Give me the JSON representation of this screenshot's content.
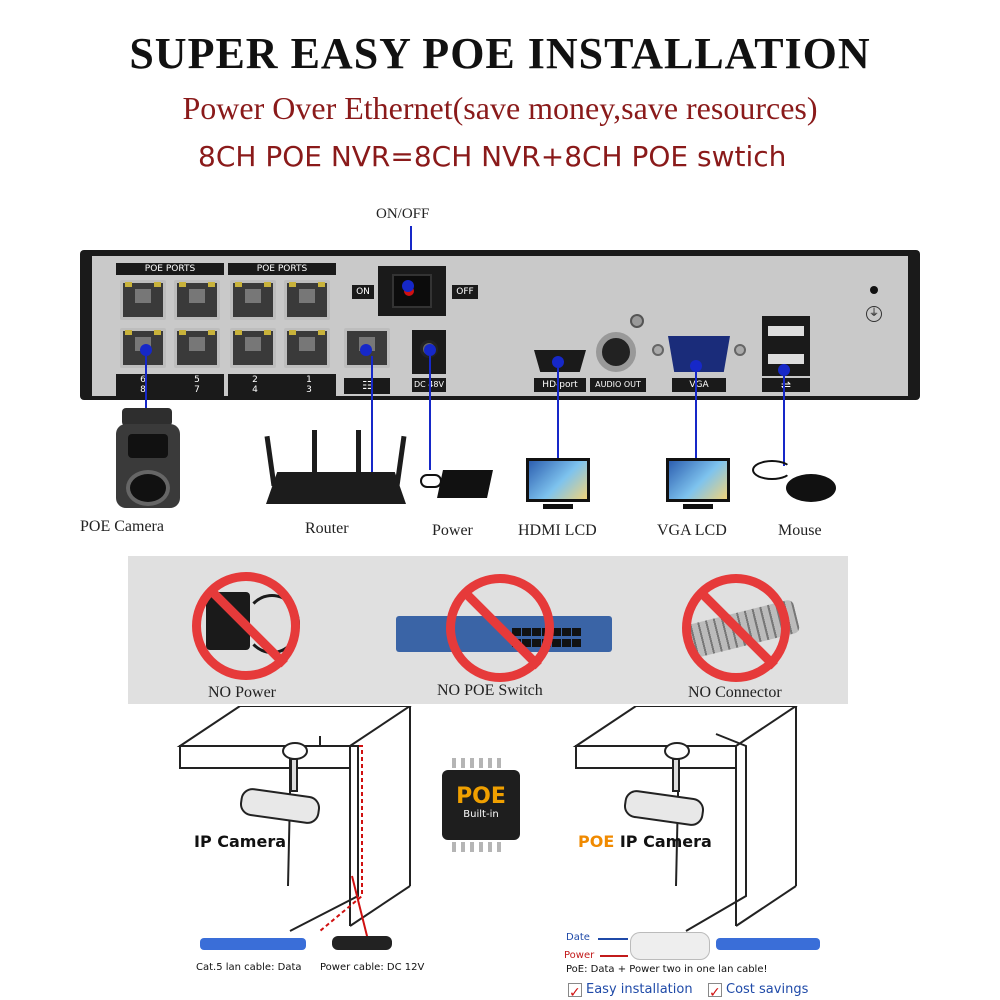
{
  "header": {
    "title": "SUPER EASY POE INSTALLATION",
    "subtitle": "Power Over Ethernet(save money,save resources)",
    "equation": "8CH POE NVR=8CH NVR+8CH POE swtich"
  },
  "nvr": {
    "switch_caption": "ON/OFF",
    "on_label": "ON",
    "off_label": "OFF",
    "poe_ports_label_left": "POE PORTS",
    "poe_ports_label_right": "POE PORTS",
    "port_numbers_top": [
      "6",
      "5",
      "2",
      "1"
    ],
    "port_numbers_bottom": [
      "8",
      "7",
      "4",
      "3"
    ],
    "dc_label": "DC 48V",
    "hdmi_label": "HD-port",
    "audio_label": "AUDIO OUT",
    "vga_label": "VGA"
  },
  "peripherals": [
    {
      "label": "POE Camera"
    },
    {
      "label": "Router"
    },
    {
      "label": "Power"
    },
    {
      "label": "HDMI LCD"
    },
    {
      "label": "VGA LCD"
    },
    {
      "label": "Mouse"
    }
  ],
  "no_items": [
    {
      "label": "NO Power"
    },
    {
      "label": "NO POE Switch"
    },
    {
      "label": "NO Connector"
    }
  ],
  "left_diagram": {
    "camera_label": "IP Camera",
    "lan_caption": "Cat.5 lan cable: Data",
    "power_caption": "Power cable: DC 12V"
  },
  "chip": {
    "title": "POE",
    "subtitle": "Built-in"
  },
  "right_diagram": {
    "camera_label_prefix": "POE",
    "camera_label_rest": " IP Camera",
    "legend_data": "Date",
    "legend_power": "Power",
    "one_cable_caption": "PoE: Data + Power two in one lan cable!",
    "benefits": [
      "Easy installation",
      "Cost savings"
    ]
  },
  "colors": {
    "accent_red": "#8a1a1a",
    "connector_blue": "#1628c8",
    "prohibit_red": "#e63a3a",
    "poe_orange": "#f08a00"
  }
}
